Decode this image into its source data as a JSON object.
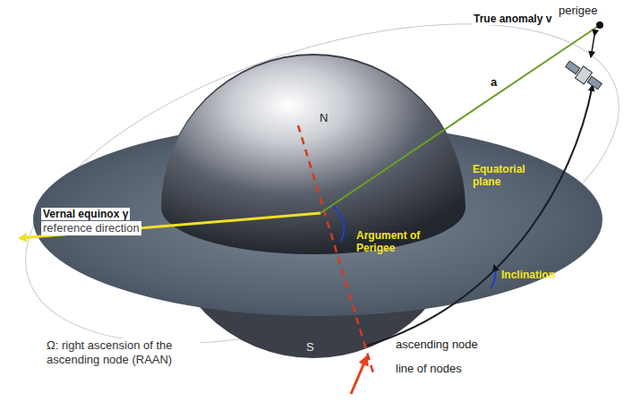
{
  "diagram": {
    "labels": [
      "perigee",
      "True anomaly v",
      "a",
      "Vernal equinox γ",
      "reference direction",
      "Equatorial plane",
      "Argument of Perigee",
      "Inclination",
      "N",
      "S",
      "Ω: right ascension of the ascending node (RAAN)",
      "ascending node",
      "line of nodes"
    ]
  }
}
